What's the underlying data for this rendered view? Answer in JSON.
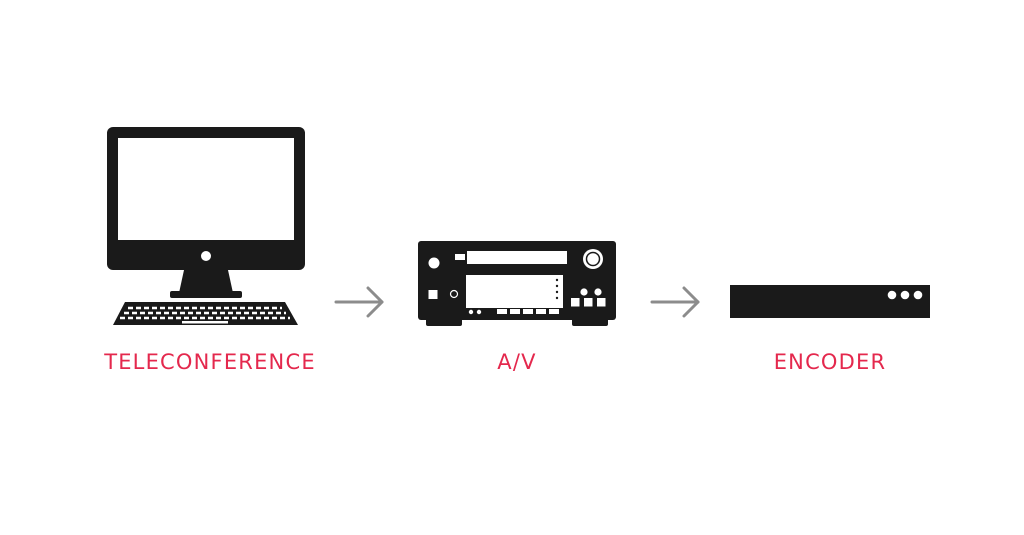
{
  "diagram": {
    "nodes": [
      {
        "id": "teleconference",
        "label": "TELECONFERENCE",
        "icon": "desktop-computer-icon"
      },
      {
        "id": "av",
        "label": "A/V",
        "icon": "av-receiver-icon"
      },
      {
        "id": "encoder",
        "label": "ENCODER",
        "icon": "encoder-box-icon"
      }
    ],
    "edges": [
      {
        "from": "teleconference",
        "to": "av",
        "icon": "arrow-right-icon"
      },
      {
        "from": "av",
        "to": "encoder",
        "icon": "arrow-right-icon"
      }
    ]
  },
  "colors": {
    "label": "#e4284d",
    "icon": "#1a1a1a",
    "arrow": "#8c8c8c",
    "background": "#ffffff"
  }
}
